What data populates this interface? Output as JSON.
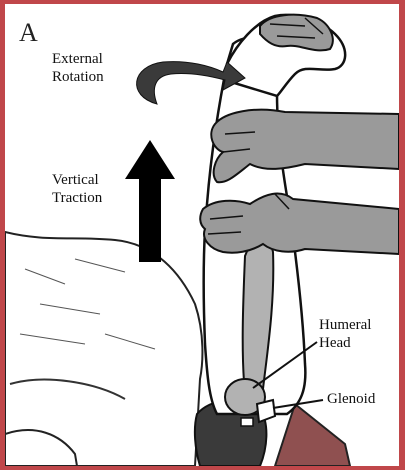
{
  "figure": {
    "panel_letter": "A",
    "labels": {
      "external_rotation": [
        "External",
        "Rotation"
      ],
      "vertical_traction": [
        "Vertical",
        "Traction"
      ],
      "humeral_head": [
        "Humeral",
        "Head"
      ],
      "glenoid": "Glenoid"
    },
    "colors": {
      "border": "#c0474a",
      "skin_gray": "#9a9a9a",
      "bone_fill": "#b2b2b2",
      "outline": "#111111",
      "dark_tissue": "#3a3a3a",
      "scapula_red": "#8f5050"
    }
  }
}
